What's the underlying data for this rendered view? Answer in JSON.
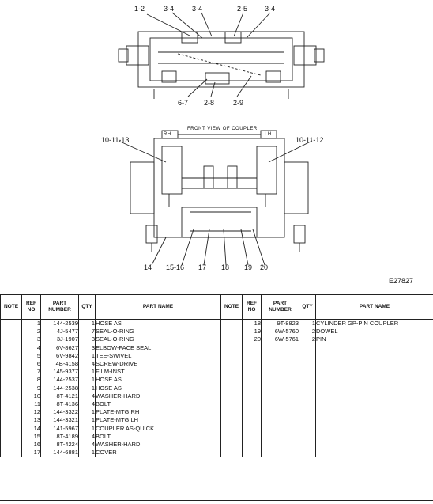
{
  "drawing": {
    "top_callouts": [
      "1-2",
      "3-4",
      "3-4",
      "2-5",
      "3-4"
    ],
    "top_bottom_callouts": [
      "6-7",
      "2-8",
      "2-9"
    ],
    "front_caption": "FRONT VIEW OF COUPLER",
    "side_labels": [
      "RH",
      "LH"
    ],
    "side_callouts": [
      "10-11-13",
      "10-11-12"
    ],
    "bottom_callouts": [
      "14",
      "15-16",
      "17",
      "18",
      "19",
      "20"
    ],
    "figure_number": "E27827"
  },
  "table": {
    "headers": {
      "note": "NOTE",
      "ref_no": [
        "REF",
        "NO"
      ],
      "part_number": [
        "PART",
        "NUMBER"
      ],
      "qty": "QTY",
      "part_name": "PART NAME"
    },
    "left_rows": [
      {
        "ref": "1",
        "part": "144-2539",
        "qty": "1",
        "name": "HOSE AS"
      },
      {
        "ref": "2",
        "part": "4J-5477",
        "qty": "7",
        "name": "SEAL-O-RING"
      },
      {
        "ref": "3",
        "part": "3J-1907",
        "qty": "3",
        "name": "SEAL-O-RING"
      },
      {
        "ref": "4",
        "part": "6V-8627",
        "qty": "3",
        "name": "ELBOW-FACE SEAL"
      },
      {
        "ref": "5",
        "part": "6V-9842",
        "qty": "1",
        "name": "TEE-SWIVEL"
      },
      {
        "ref": "6",
        "part": "4B-4158",
        "qty": "4",
        "name": "SCREW-DRIVE"
      },
      {
        "ref": "7",
        "part": "145-9377",
        "qty": "1",
        "name": "FILM-INST"
      },
      {
        "ref": "8",
        "part": "144-2537",
        "qty": "1",
        "name": "HOSE AS"
      },
      {
        "ref": "9",
        "part": "144-2538",
        "qty": "1",
        "name": "HOSE AS"
      },
      {
        "ref": "10",
        "part": "8T-4121",
        "qty": "4",
        "name": "WASHER-HARD"
      },
      {
        "ref": "11",
        "part": "8T-4136",
        "qty": "4",
        "name": "BOLT"
      },
      {
        "ref": "12",
        "part": "144-3322",
        "qty": "1",
        "name": "PLATE-MTG RH"
      },
      {
        "ref": "13",
        "part": "144-3321",
        "qty": "1",
        "name": "PLATE-MTG LH"
      },
      {
        "ref": "14",
        "part": "141-5967",
        "qty": "1",
        "name": "COUPLER AS-QUICK"
      },
      {
        "ref": "15",
        "part": "8T-4189",
        "qty": "4",
        "name": "BOLT"
      },
      {
        "ref": "16",
        "part": "8T-4224",
        "qty": "4",
        "name": "WASHER-HARD"
      },
      {
        "ref": "17",
        "part": "144-6881",
        "qty": "1",
        "name": "COVER"
      }
    ],
    "right_rows": [
      {
        "ref": "18",
        "part": "9T-8823",
        "qty": "1",
        "name": "CYLINDER GP-PIN COUPLER"
      },
      {
        "ref": "19",
        "part": "6W-5760",
        "qty": "2",
        "name": "DOWEL"
      },
      {
        "ref": "20",
        "part": "6W-5761",
        "qty": "2",
        "name": "PIN"
      }
    ]
  }
}
